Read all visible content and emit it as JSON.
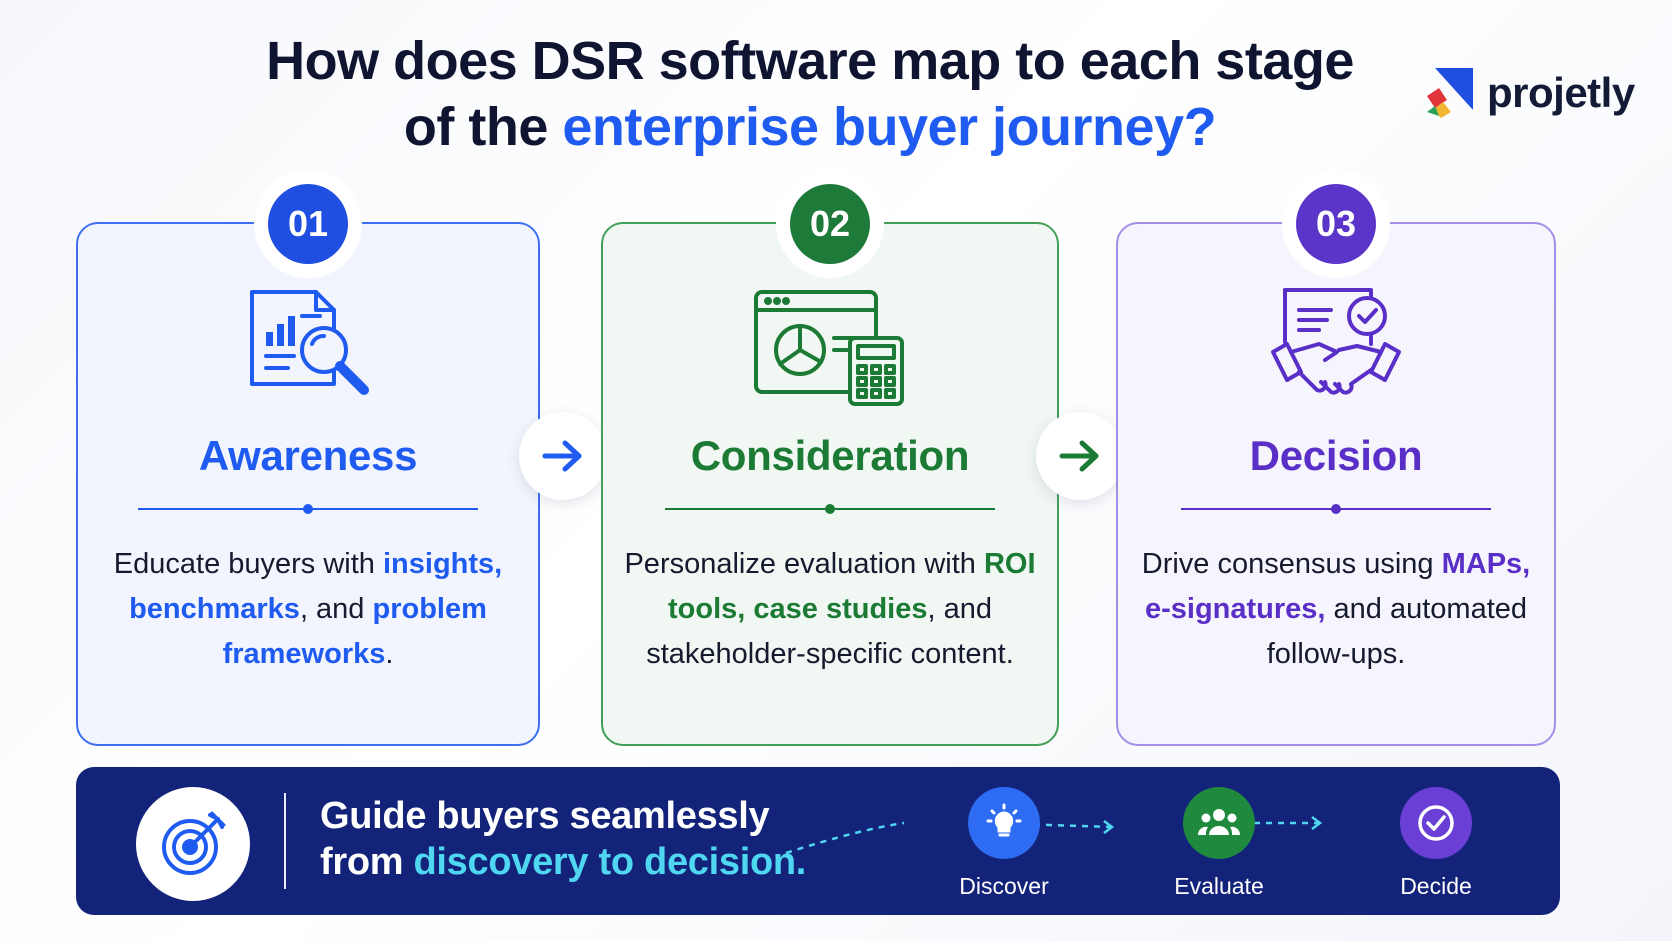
{
  "title": {
    "line1": "How does DSR software map to each stage",
    "line2_plain": "of the ",
    "line2_accent": "enterprise buyer journey?"
  },
  "brand": {
    "name": "projetly"
  },
  "colors": {
    "awareness": "#1f5bf0",
    "consideration": "#1b7a34",
    "decision": "#5a2fc8",
    "banner": "#13237a",
    "banner_accent": "#4fd6f0"
  },
  "stages": [
    {
      "number": "01",
      "name": "Awareness",
      "icon": "document-chart-search-icon",
      "desc": {
        "pre": "Educate buyers with ",
        "hl1": "insights, benchmarks",
        "mid": ", and ",
        "hl2": "problem frameworks",
        "post": "."
      }
    },
    {
      "number": "02",
      "name": "Consideration",
      "icon": "browser-pie-chart-calculator-icon",
      "desc": {
        "pre": "Personalize evaluation with ",
        "hl1": "ROI tools, case studies",
        "post": ", and stakeholder-specific content."
      }
    },
    {
      "number": "03",
      "name": "Decision",
      "icon": "document-handshake-check-icon",
      "desc": {
        "pre": "Drive consensus using ",
        "hl1": "MAPs, e-signatures,",
        "post": " and automated follow-ups."
      }
    }
  ],
  "connectors": [
    "arrow-right-icon",
    "arrow-right-icon"
  ],
  "banner": {
    "icon": "target-arrow-icon",
    "line1": "Guide buyers seamlessly",
    "line2_plain": "from ",
    "line2_accent": "discovery to decision.",
    "steps": [
      {
        "label": "Discover",
        "icon": "lightbulb-icon"
      },
      {
        "label": "Evaluate",
        "icon": "people-group-icon"
      },
      {
        "label": "Decide",
        "icon": "check-circle-icon"
      }
    ]
  }
}
